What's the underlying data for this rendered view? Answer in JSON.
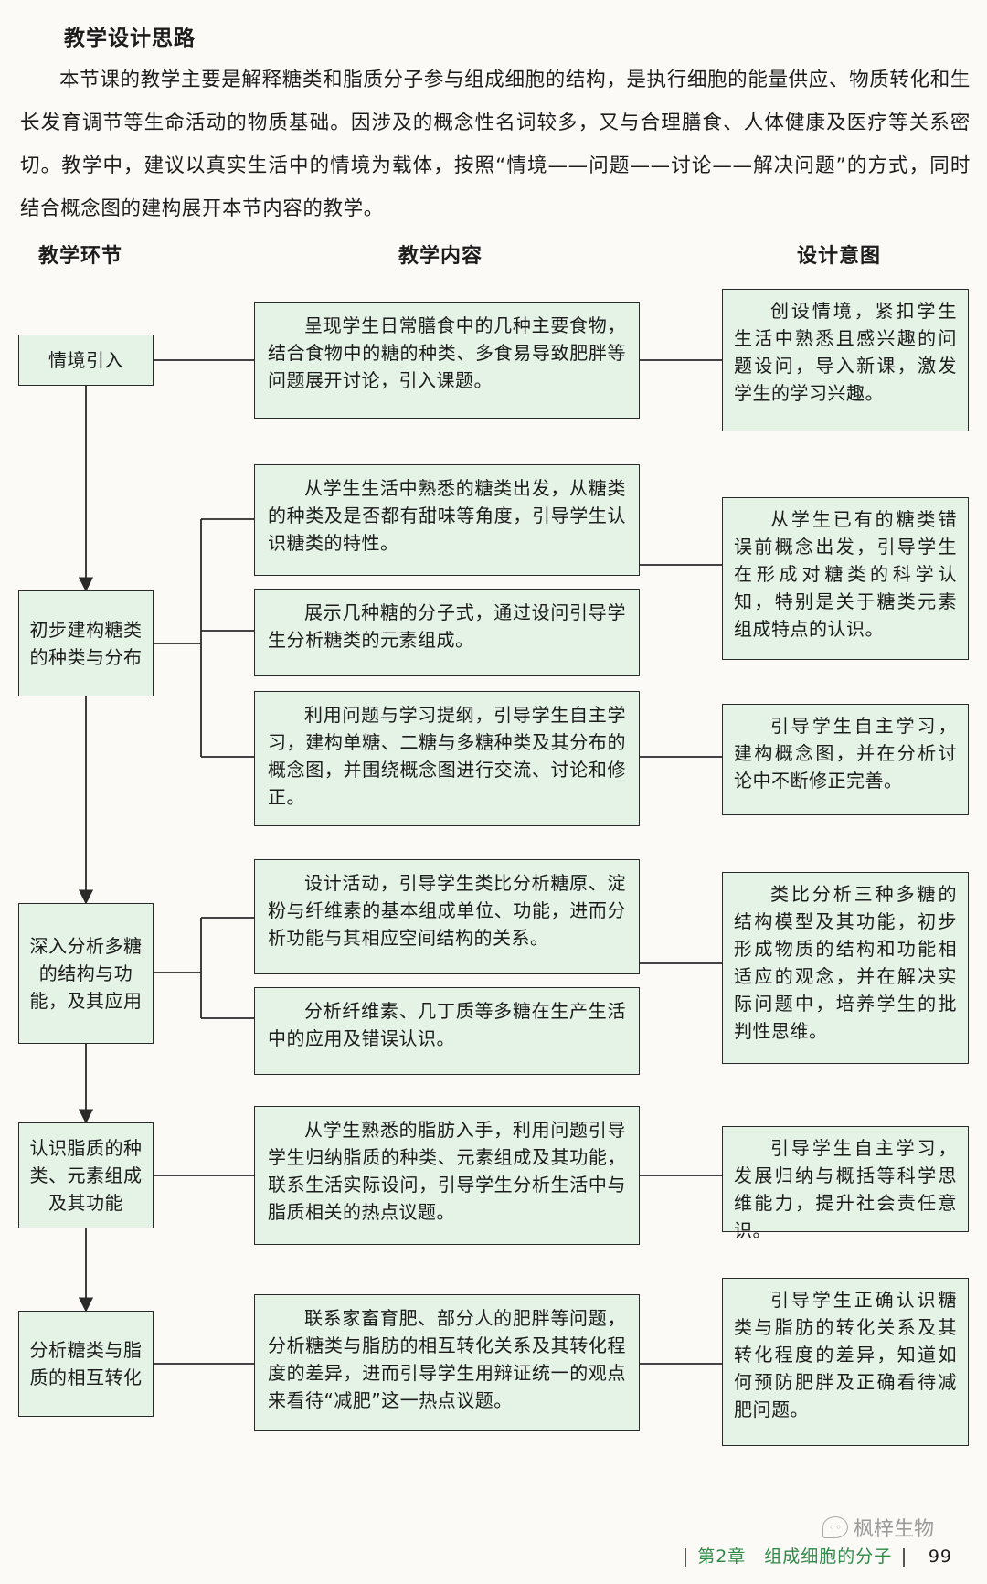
{
  "heading": "教学设计思路",
  "intro": "本节课的教学主要是解释糖类和脂质分子参与组成细胞的结构，是执行细胞的能量供应、物质转化和生长发育调节等生命活动的物质基础。因涉及的概念性名词较多，又与合理膳食、人体健康及医疗等关系密切。教学中，建议以真实生活中的情境为载体，按照“情境——问题——讨论——解决问题”的方式，同时结合概念图的建构展开本节内容的教学。",
  "columns": {
    "stage": "教学环节",
    "content": "教学内容",
    "intent": "设计意图"
  },
  "stages": [
    "情境引入",
    "初步建构糖类的种类与分布",
    "深入分析多糖的结构与功能，及其应用",
    "认识脂质的种类、元素组成及其功能",
    "分析糖类与脂质的相互转化"
  ],
  "contents": [
    "呈现学生日常膳食中的几种主要食物，结合食物中的糖的种类、多食易导致肥胖等问题展开讨论，引入课题。",
    "从学生生活中熟悉的糖类出发，从糖类的种类及是否都有甜味等角度，引导学生认识糖类的特性。",
    "展示几种糖的分子式，通过设问引导学生分析糖类的元素组成。",
    "利用问题与学习提纲，引导学生自主学习，建构单糖、二糖与多糖种类及其分布的概念图，并围绕概念图进行交流、讨论和修正。",
    "设计活动，引导学生类比分析糖原、淀粉与纤维素的基本组成单位、功能，进而分析功能与其相应空间结构的关系。",
    "分析纤维素、几丁质等多糖在生产生活中的应用及错误认识。",
    "从学生熟悉的脂肪入手，利用问题引导学生归纳脂质的种类、元素组成及其功能，联系生活实际设问，引导学生分析生活中与脂质相关的热点议题。",
    "联系家畜育肥、部分人的肥胖等问题，分析糖类与脂肪的相互转化关系及其转化程度的差异，进而引导学生用辩证统一的观点来看待“减肥”这一热点议题。"
  ],
  "intents": [
    "创设情境，紧扣学生生活中熟悉且感兴趣的问题设问，导入新课，激发学生的学习兴趣。",
    "从学生已有的糖类错误前概念出发，引导学生在形成对糖类的科学认知，特别是关于糖类元素组成特点的认识。",
    "引导学生自主学习，建构概念图，并在分析讨论中不断修正完善。",
    "类比分析三种多糖的结构模型及其功能，初步形成物质的结构和功能相适应的观念，并在解决实际问题中，培养学生的批判性思维。",
    "引导学生自主学习，发展归纳与概括等科学思维能力，提升社会责任意识。",
    "引导学生正确认识糖类与脂肪的转化关系及其转化程度的差异，知道如何预防肥胖及正确看待减肥问题。"
  ],
  "footer": {
    "chapter": "第2章　组成细胞的分子",
    "page": "99"
  },
  "watermark": "枫梓生物"
}
